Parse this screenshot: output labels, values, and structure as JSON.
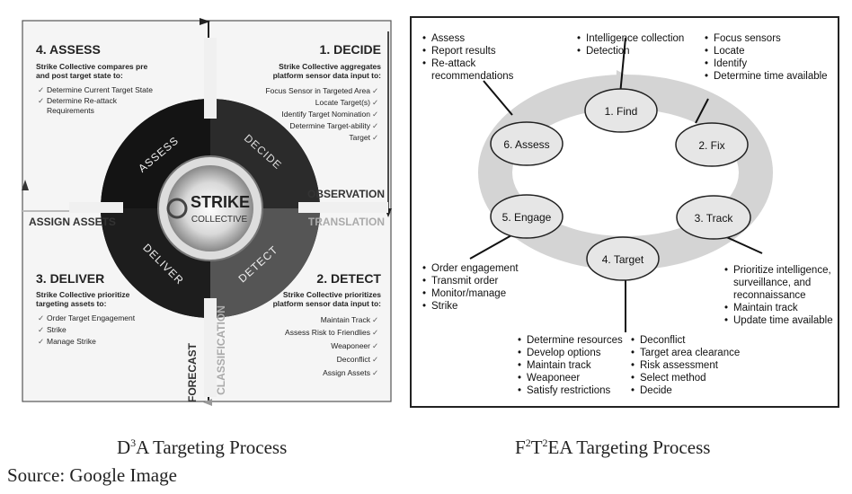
{
  "d3a": {
    "assess": {
      "title": "4. ASSESS",
      "subtitle": [
        "Strike Collective compares pre",
        "and post target state to:"
      ],
      "items": [
        "Determine Current Target State",
        "Determine Re-attack",
        "Requirements"
      ]
    },
    "decide": {
      "title": "1. DECIDE",
      "subtitle": [
        "Strike Collective aggregates",
        "platform sensor data input to:"
      ],
      "items": [
        "Focus Sensor in Targeted Area",
        "Locate Target(s)",
        "Identify Target Nomination",
        "Determine Target-ability",
        "Target"
      ]
    },
    "deliver": {
      "title": "3. DELIVER",
      "subtitle": [
        "Strike Collective prioritize",
        "targeting assets to:"
      ],
      "items": [
        "Order Target Engagement",
        "Strike",
        "Manage Strike"
      ]
    },
    "detect": {
      "title": "2. DETECT",
      "subtitle": [
        "Strike Collective prioritizes",
        "platform sensor data input to:"
      ],
      "items": [
        "Maintain Track",
        "Assess Risk to Friendlies",
        "Weaponeer",
        "Deconflict",
        "Assign Assets"
      ]
    },
    "ring": {
      "assess": "ASSESS",
      "decide": "DECIDE",
      "deliver": "DELIVER",
      "detect": "DETECT"
    },
    "center": {
      "line1": "STRIKE",
      "line2": "COLLECTIVE"
    },
    "axes": {
      "observation": "OBSERVATION",
      "translation": "TRANSLATION",
      "assign_assets": "ASSIGN ASSETS",
      "forecast": "FORECAST",
      "classification": "CLASSIFICATION"
    },
    "check": "✓"
  },
  "f2t2ea": {
    "nodes": [
      "1. Find",
      "2. Fix",
      "3. Track",
      "4. Target",
      "5. Engage",
      "6. Assess"
    ],
    "assess_bullets": [
      "Assess",
      "Report results",
      "Re-attack",
      "recommendations"
    ],
    "find_bullets": [
      "Intelligence collection",
      "Detection"
    ],
    "fix_bullets": [
      "Focus sensors",
      "Locate",
      "Identify",
      "Determine time available"
    ],
    "track_bullets": [
      "Prioritize intelligence,",
      "surveillance, and",
      "reconnaissance",
      "Maintain track",
      "Update time available"
    ],
    "engage_bullets": [
      "Order engagement",
      "Transmit order",
      "Monitor/manage",
      "Strike"
    ],
    "target_bullets_left": [
      "Determine resources",
      "Develop options",
      "Maintain track",
      "Weaponeer",
      "Satisfy restrictions"
    ],
    "target_bullets_right": [
      "Deconflict",
      "Target area clearance",
      "Risk assessment",
      "Select method",
      "Decide"
    ]
  },
  "captions": {
    "left_prefix": "D",
    "left_sup": "3",
    "left_rest": "A Targeting Process",
    "right_f": "F",
    "right_sup1": "2",
    "right_t": "T",
    "right_sup2": "2",
    "right_rest": "EA Targeting Process",
    "source": "Source: Google Image"
  }
}
